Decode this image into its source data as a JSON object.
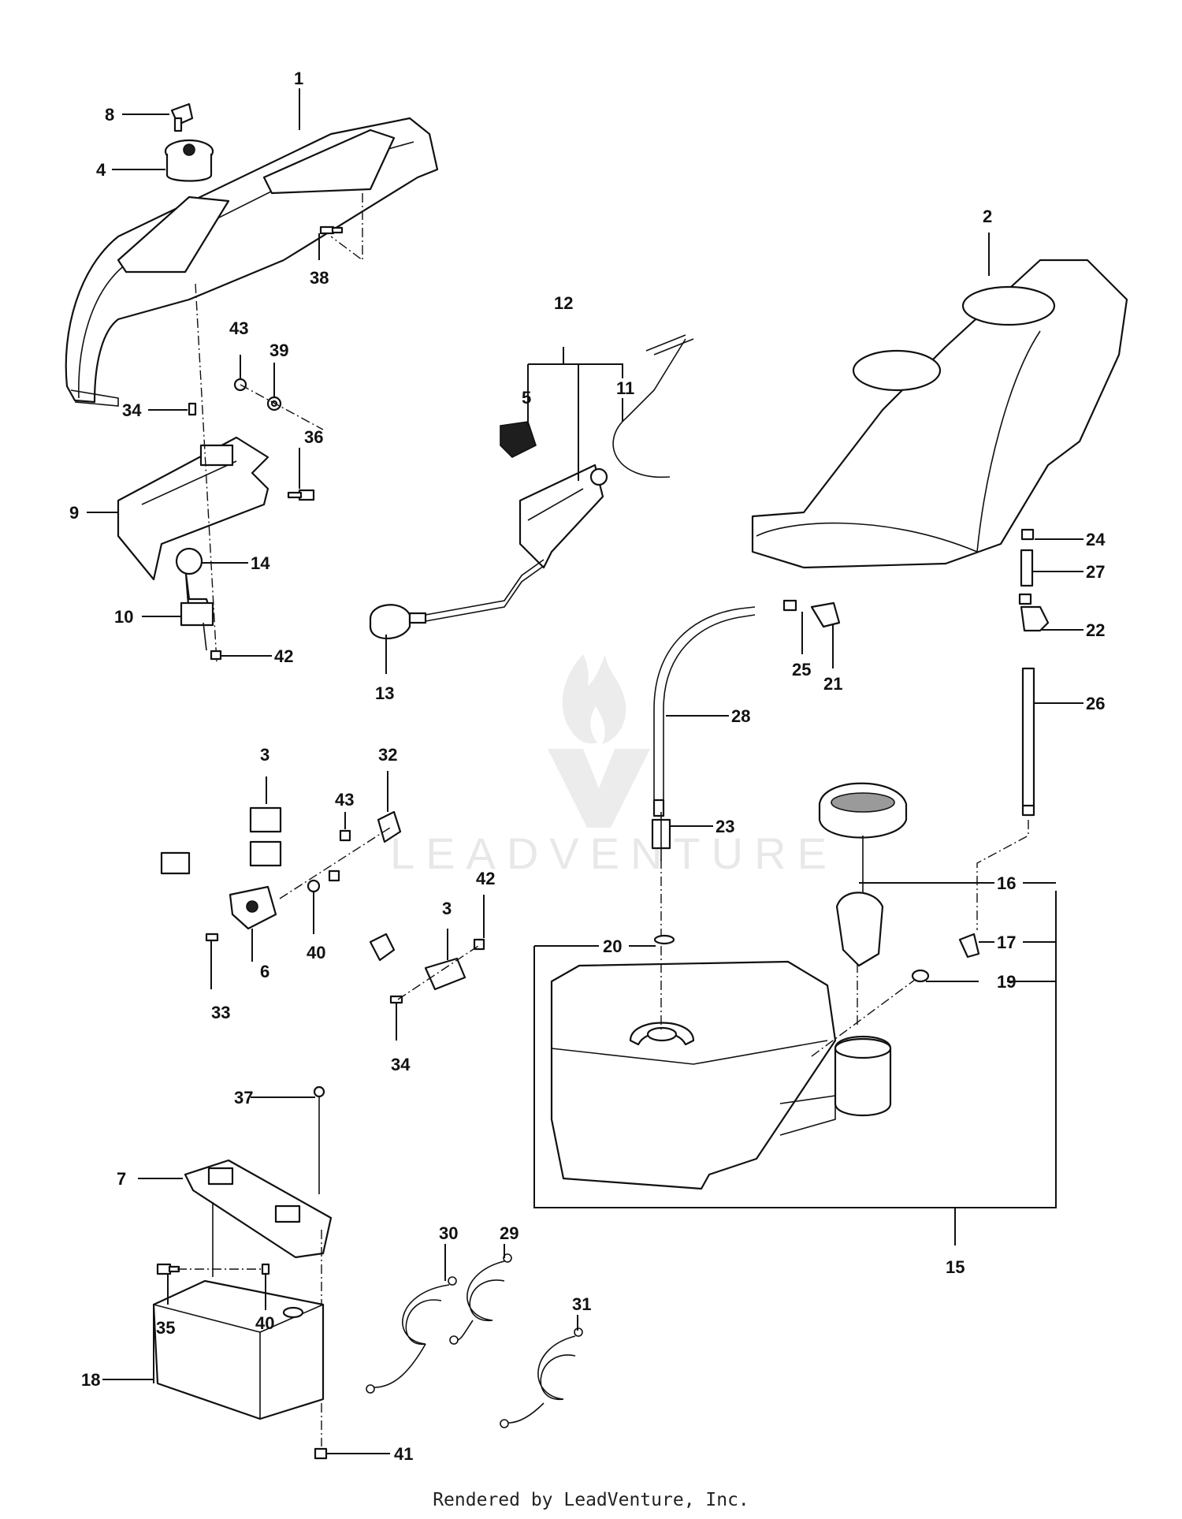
{
  "watermark": {
    "text": "LEADVENTURE"
  },
  "footer": {
    "text": "Rendered by LeadVenture, Inc."
  },
  "callouts": [
    {
      "id": "1",
      "label": "1"
    },
    {
      "id": "2",
      "label": "2"
    },
    {
      "id": "3a",
      "label": "3"
    },
    {
      "id": "3b",
      "label": "3"
    },
    {
      "id": "4",
      "label": "4"
    },
    {
      "id": "5",
      "label": "5"
    },
    {
      "id": "6",
      "label": "6"
    },
    {
      "id": "7",
      "label": "7"
    },
    {
      "id": "8",
      "label": "8"
    },
    {
      "id": "9",
      "label": "9"
    },
    {
      "id": "10",
      "label": "10"
    },
    {
      "id": "11",
      "label": "11"
    },
    {
      "id": "12",
      "label": "12"
    },
    {
      "id": "13",
      "label": "13"
    },
    {
      "id": "14",
      "label": "14"
    },
    {
      "id": "15",
      "label": "15"
    },
    {
      "id": "16",
      "label": "16"
    },
    {
      "id": "17",
      "label": "17"
    },
    {
      "id": "18",
      "label": "18"
    },
    {
      "id": "19",
      "label": "19"
    },
    {
      "id": "20",
      "label": "20"
    },
    {
      "id": "21",
      "label": "21"
    },
    {
      "id": "22",
      "label": "22"
    },
    {
      "id": "23",
      "label": "23"
    },
    {
      "id": "24",
      "label": "24"
    },
    {
      "id": "25",
      "label": "25"
    },
    {
      "id": "26",
      "label": "26"
    },
    {
      "id": "27",
      "label": "27"
    },
    {
      "id": "28",
      "label": "28"
    },
    {
      "id": "29",
      "label": "29"
    },
    {
      "id": "30",
      "label": "30"
    },
    {
      "id": "31",
      "label": "31"
    },
    {
      "id": "32",
      "label": "32"
    },
    {
      "id": "33",
      "label": "33"
    },
    {
      "id": "34a",
      "label": "34"
    },
    {
      "id": "34b",
      "label": "34"
    },
    {
      "id": "35",
      "label": "35"
    },
    {
      "id": "36",
      "label": "36"
    },
    {
      "id": "37",
      "label": "37"
    },
    {
      "id": "38",
      "label": "38"
    },
    {
      "id": "39",
      "label": "39"
    },
    {
      "id": "40a",
      "label": "40"
    },
    {
      "id": "40b",
      "label": "40"
    },
    {
      "id": "41",
      "label": "41"
    },
    {
      "id": "42a",
      "label": "42"
    },
    {
      "id": "42b",
      "label": "42"
    },
    {
      "id": "43a",
      "label": "43"
    },
    {
      "id": "43b",
      "label": "43"
    }
  ]
}
